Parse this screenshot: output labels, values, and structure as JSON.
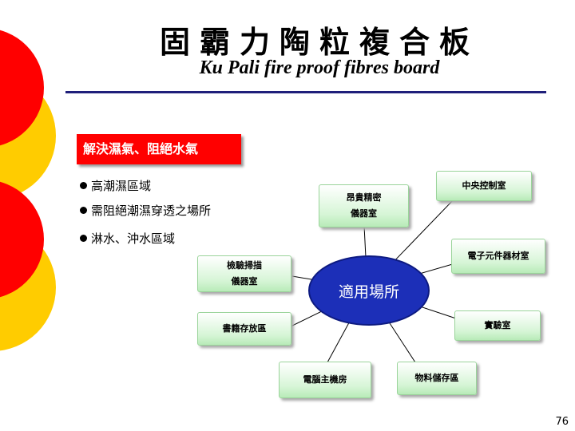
{
  "title": {
    "chinese": "固霸力陶粒複合板",
    "english": "Ku Pali fire proof fibres board"
  },
  "badge": "解決濕氣、阻絕水氣",
  "bullets": [
    "高潮濕區域",
    "需阻絕潮濕穿透之場所",
    "淋水、沖水區域"
  ],
  "diagram": {
    "hub": "適用場所",
    "nodes": {
      "precision": {
        "line1": "昂貴精密",
        "line2": "儀器室"
      },
      "central": "中央控制室",
      "electronic": "電子元件器材室",
      "lab": "實驗室",
      "materials": "物料儲存區",
      "computer": "電腦主機房",
      "books": "書籍存放區",
      "inspection": {
        "line1": "檢驗掃描",
        "line2": "儀器室"
      }
    },
    "colors": {
      "hub": "#1c2fb8",
      "node": "#d6f5d6",
      "badge": "#ff0000"
    }
  },
  "page_number": "76"
}
